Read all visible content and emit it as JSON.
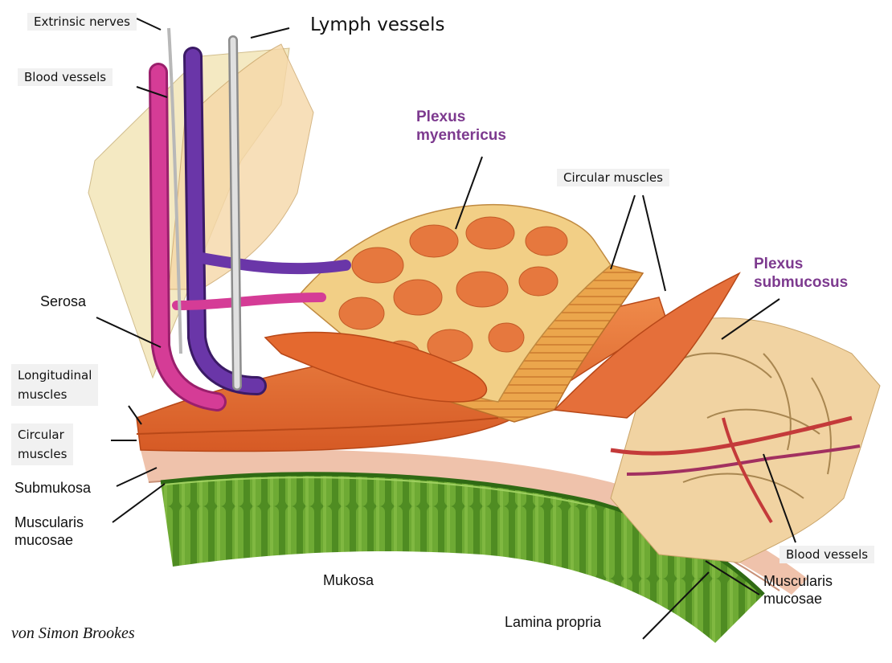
{
  "labels": {
    "extrinsic_nerves": "Extrinsic nerves",
    "lymph_vessels": "Lymph vessels",
    "blood_vessels_top": "Blood vessels",
    "plexus_myentericus_1": "Plexus",
    "plexus_myentericus_2": "myentericus",
    "circular_muscles_top": "Circular muscles",
    "plexus_submucosus_1": "Plexus",
    "plexus_submucosus_2": "submucosus",
    "serosa": "Serosa",
    "longitudinal_muscles_1": "Longitudinal",
    "longitudinal_muscles_2": "muscles",
    "circular_muscles_left_1": "Circular",
    "circular_muscles_left_2": "muscles",
    "submukosa": "Submukosa",
    "muscularis_mucosae_left_1": "Muscularis",
    "muscularis_mucosae_left_2": "mucosae",
    "mukosa": "Mukosa",
    "blood_vessels_right": "Blood vessels",
    "muscularis_mucosae_right_1": "Muscularis",
    "muscularis_mucosae_right_2": "mucosae",
    "lamina_propria": "Lamina propria",
    "credit": "von Simon Brookes"
  },
  "colors": {
    "serosa": "#efe3b4",
    "longitudinal_muscle": "#e8703a",
    "circular_muscle": "#e39a45",
    "submucosa": "#eebfa8",
    "mucosa": "#5f9a2a",
    "plexus": "#f3d79a",
    "artery": "#c4308c",
    "vein": "#5a2d8c",
    "nerve": "#d8d8d8",
    "label_purple": "#7d3a8f"
  }
}
